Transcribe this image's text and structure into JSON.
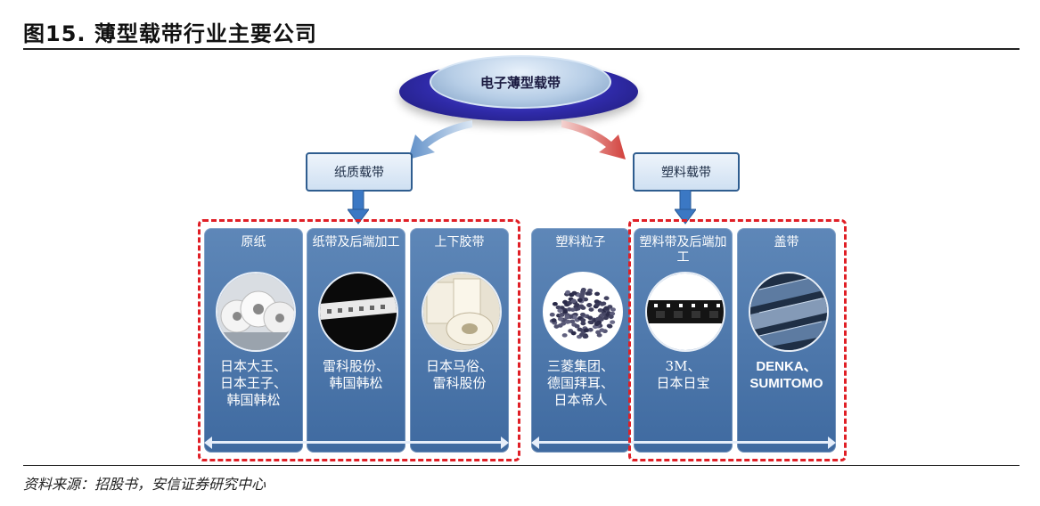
{
  "figure_title": "图15. 薄型载带行业主要公司",
  "source": "资料来源：招股书，安信证券研究中心",
  "top_node": "电子薄型载带",
  "branches": {
    "paper": "纸质载带",
    "plastic": "塑料载带"
  },
  "columns": [
    {
      "title": "原纸",
      "companies": "日本大王、\n日本王子、\n韩国韩松",
      "image": "paper-rolls"
    },
    {
      "title": "纸带及后端加工",
      "companies": "雷科股份、\n韩国韩松",
      "image": "paper-tape"
    },
    {
      "title": "上下胶带",
      "companies": "日本马俗、\n雷科股份",
      "image": "tape-rolls"
    },
    {
      "title": "塑料粒子",
      "companies": "三菱集团、\n德国拜耳、\n日本帝人",
      "image": "plastic-pellets"
    },
    {
      "title": "塑料带及后端加工",
      "companies": "3M、\n日本日宝",
      "image": "carrier-tape"
    },
    {
      "title": "盖带",
      "companies": "DENKA、\nSUMITOMO",
      "image": "cover-tape"
    }
  ],
  "colors": {
    "column": "#4a74a8",
    "dash": "#e01f26",
    "arrow_left": "#6f9ccf",
    "arrow_right": "#d9534f"
  }
}
